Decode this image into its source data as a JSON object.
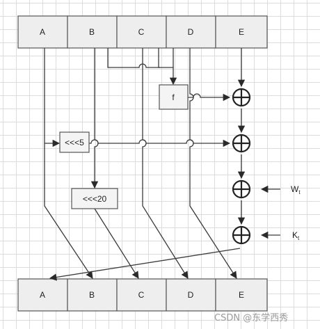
{
  "top_registers": [
    "A",
    "B",
    "C",
    "D",
    "E"
  ],
  "bottom_registers": [
    "A",
    "B",
    "C",
    "D",
    "E"
  ],
  "function_label": "f",
  "rotate_a_label": "<<<5",
  "rotate_b_label": "<<<20",
  "inputs": {
    "w": "W",
    "w_sub": "t",
    "k": "K",
    "k_sub": "t"
  },
  "watermark": "CSDN @东学西秀"
}
